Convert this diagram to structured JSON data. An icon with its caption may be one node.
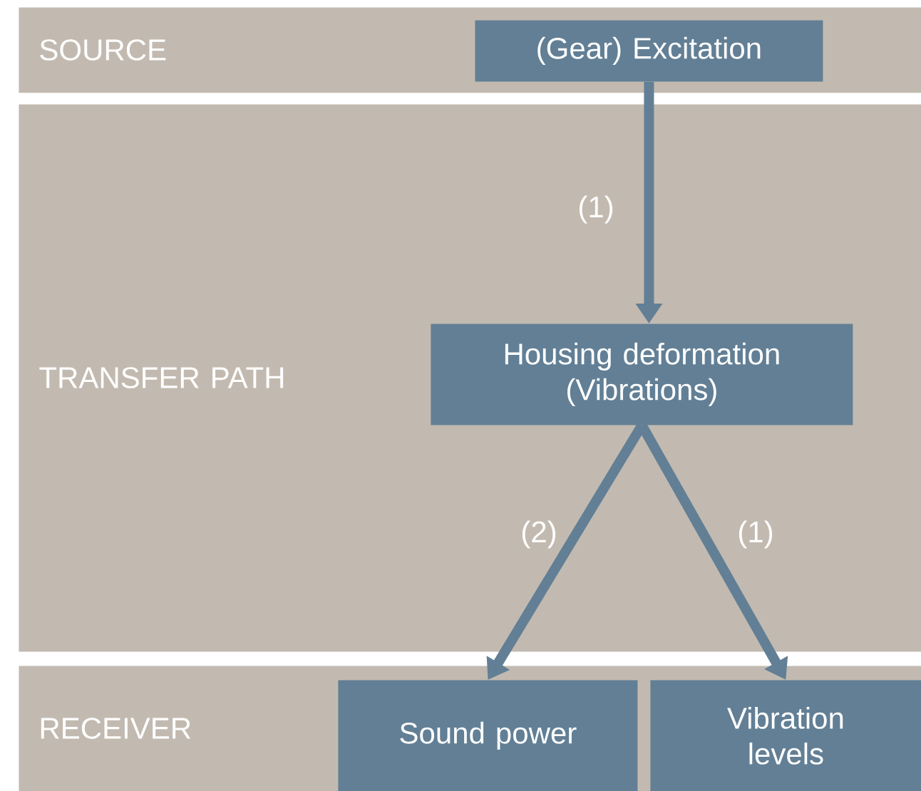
{
  "diagram": {
    "nodes": [
      {
        "text": [
          "SOURCE"
        ]
      },
      {
        "text": [
          "(Gear) Excitation"
        ],
        "in": 0
      },
      {
        "text": [
          "TRANSFER PATH"
        ]
      },
      {
        "text": [
          "Housing deformation (Vibrations)"
        ],
        "in": 2
      },
      {
        "text": [
          "RECEIVER"
        ]
      },
      {
        "text": [
          "Sound power"
        ],
        "in": 4
      },
      {
        "text": [
          "Vibration levels"
        ],
        "in": 4
      }
    ],
    "edges": [
      {
        "from": 1,
        "to": 3,
        "arrow": "to",
        "label": "(1)"
      },
      {
        "from": 3,
        "to": 5,
        "arrow": "to",
        "label": "(2)"
      },
      {
        "from": 3,
        "to": 6,
        "arrow": "to",
        "label": "(1)"
      }
    ]
  }
}
